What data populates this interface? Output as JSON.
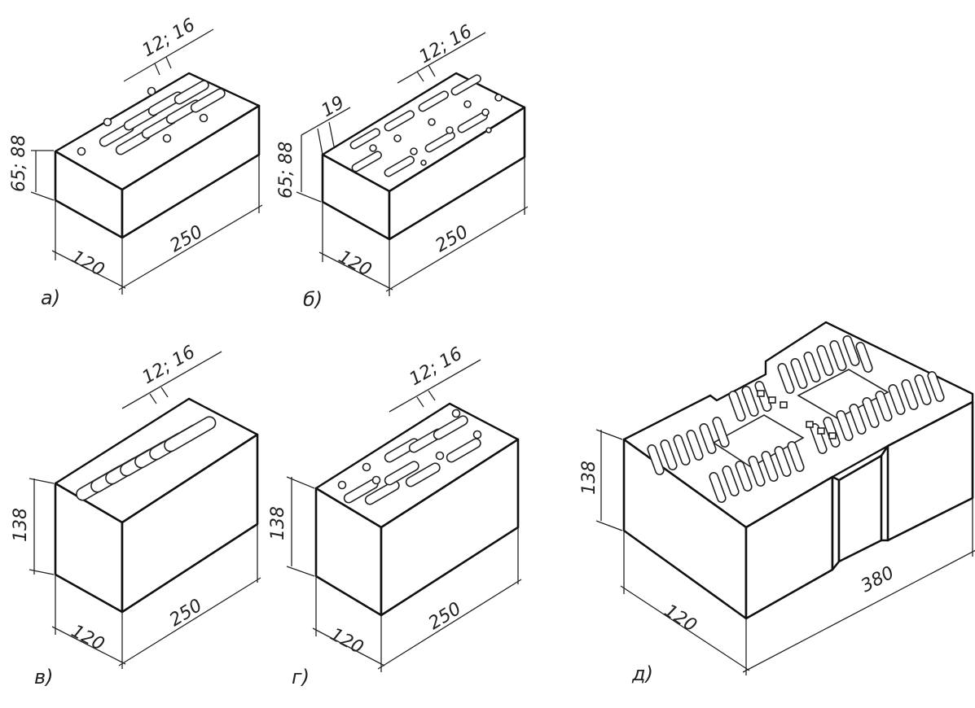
{
  "figures": [
    {
      "id": "a",
      "caption": "а)",
      "slot_label": "12; 16",
      "height_label": "65; 88",
      "width_label": "120",
      "length_label": "250"
    },
    {
      "id": "b",
      "caption": "б)",
      "slot_label": "12; 16",
      "height_label": "65; 88",
      "width_label": "120",
      "length_label": "250",
      "rib_label": "19"
    },
    {
      "id": "v",
      "caption": "в)",
      "slot_label": "12; 16",
      "height_label": "138",
      "width_label": "120",
      "length_label": "250"
    },
    {
      "id": "g",
      "caption": "г)",
      "slot_label": "12; 16",
      "height_label": "138",
      "width_label": "120",
      "length_label": "250"
    },
    {
      "id": "d",
      "caption": "д)",
      "height_label": "138",
      "width_label": "120",
      "length_label": "380"
    }
  ]
}
